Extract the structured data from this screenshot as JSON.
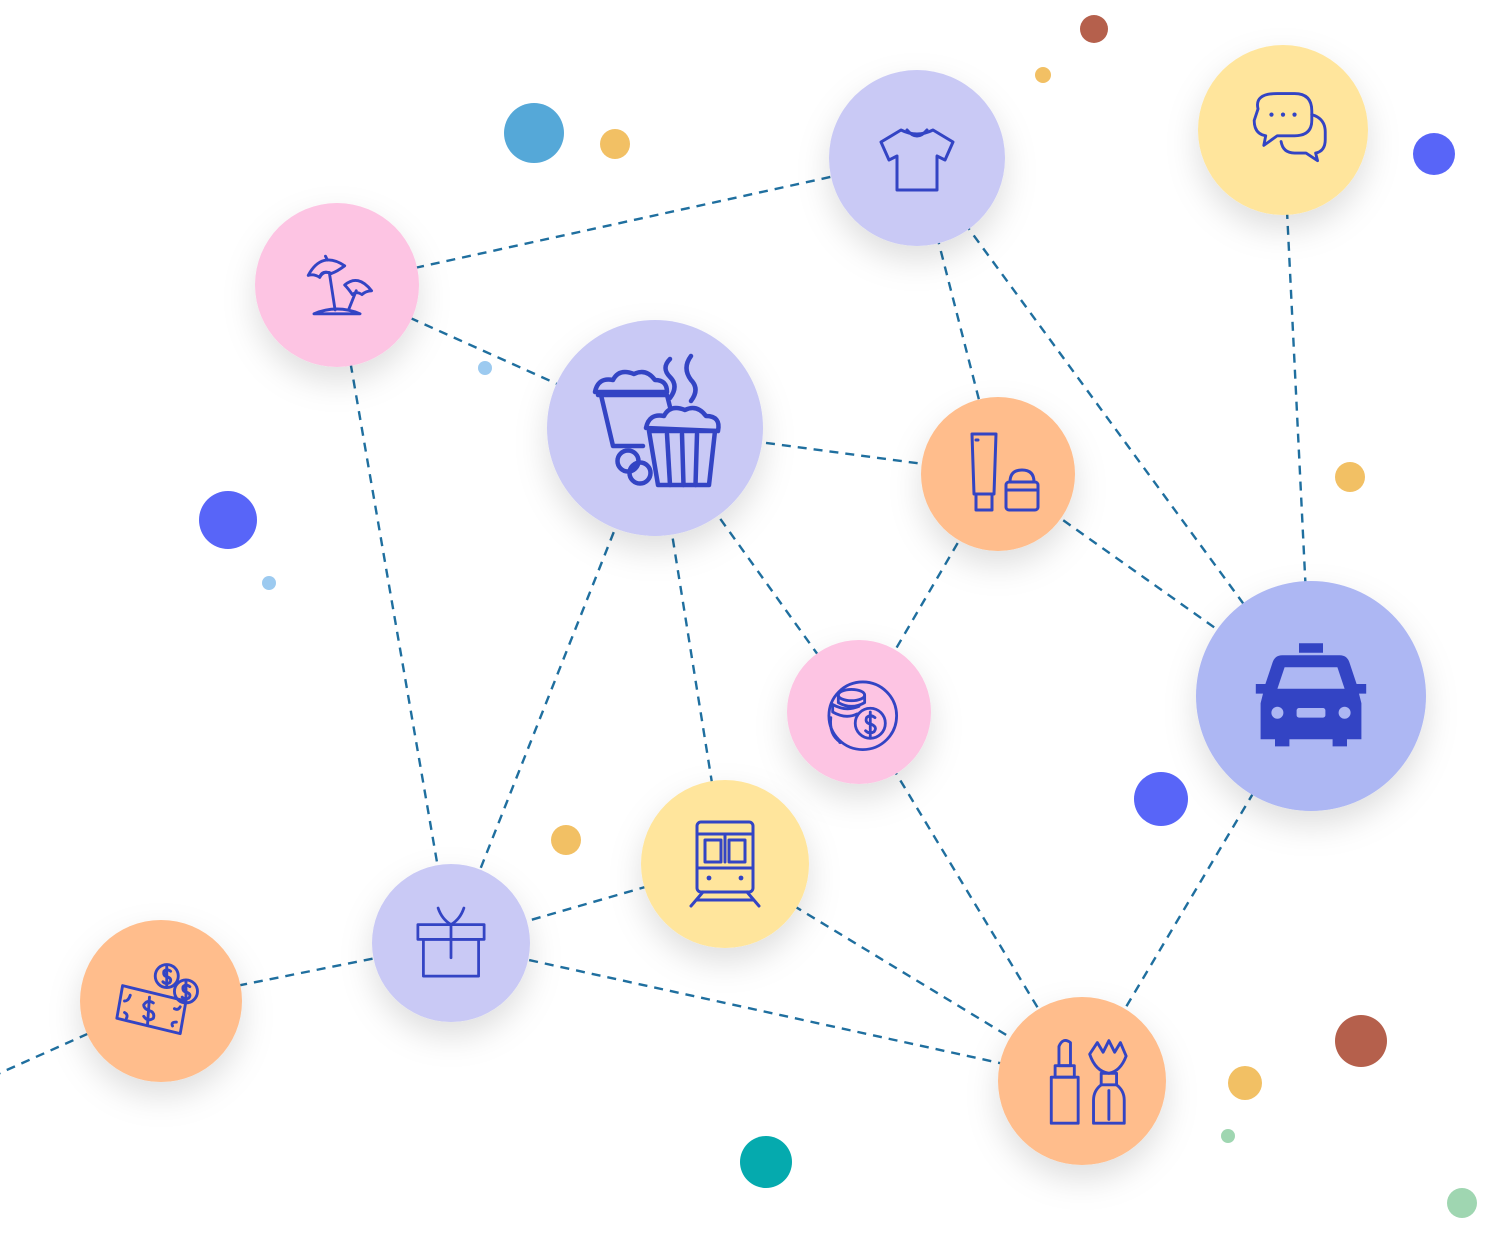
{
  "colors": {
    "link": "#1f6f9f",
    "icon_stroke": "#3344c4",
    "pink": "#fdc4e3",
    "lavender": "#c9c9f5",
    "periwinkle": "#adb7f3",
    "peach": "#ffbd8c",
    "yellow": "#ffe59c",
    "dot_blue": "#55a8d8",
    "dot_orange": "#f2c064",
    "dot_indigo": "#5865f8",
    "dot_brown": "#b5604c",
    "dot_teal": "#05aaae",
    "dot_mint": "#9fd6b1",
    "dot_lightblue": "#9ccaf0"
  },
  "nodes": [
    {
      "id": "beach",
      "icon": "beach-umbrella-icon",
      "color": "pink"
    },
    {
      "id": "clothing",
      "icon": "tshirt-icon",
      "color": "lavender"
    },
    {
      "id": "chat",
      "icon": "chat-bubbles-icon",
      "color": "yellow"
    },
    {
      "id": "food",
      "icon": "popcorn-food-icon",
      "color": "lavender"
    },
    {
      "id": "cosmetics",
      "icon": "cream-tube-jar-icon",
      "color": "peach"
    },
    {
      "id": "coins",
      "icon": "coins-dollar-icon",
      "color": "pink"
    },
    {
      "id": "taxi",
      "icon": "taxi-car-icon",
      "color": "periwinkle"
    },
    {
      "id": "train",
      "icon": "train-icon",
      "color": "yellow"
    },
    {
      "id": "gift",
      "icon": "gift-box-icon",
      "color": "lavender"
    },
    {
      "id": "cash",
      "icon": "cash-money-icon",
      "color": "peach"
    },
    {
      "id": "makeup",
      "icon": "lipstick-brush-icon",
      "color": "peach"
    }
  ],
  "links": [
    [
      "beach",
      "clothing"
    ],
    [
      "beach",
      "food"
    ],
    [
      "beach",
      "gift"
    ],
    [
      "clothing",
      "cosmetics"
    ],
    [
      "clothing",
      "taxi"
    ],
    [
      "chat",
      "taxi"
    ],
    [
      "food",
      "cosmetics"
    ],
    [
      "food",
      "coins"
    ],
    [
      "food",
      "train"
    ],
    [
      "food",
      "gift"
    ],
    [
      "cosmetics",
      "coins"
    ],
    [
      "cosmetics",
      "taxi"
    ],
    [
      "coins",
      "makeup"
    ],
    [
      "taxi",
      "makeup"
    ],
    [
      "train",
      "gift"
    ],
    [
      "train",
      "makeup"
    ],
    [
      "gift",
      "cash"
    ],
    [
      "gift",
      "makeup"
    ],
    [
      "cash",
      "offscreen"
    ]
  ],
  "dots": [
    {
      "color": "dot_brown"
    },
    {
      "color": "dot_orange"
    },
    {
      "color": "dot_blue"
    },
    {
      "color": "dot_orange"
    },
    {
      "color": "dot_indigo"
    },
    {
      "color": "dot_lightblue"
    },
    {
      "color": "dot_indigo"
    },
    {
      "color": "dot_lightblue"
    },
    {
      "color": "dot_orange"
    },
    {
      "color": "dot_orange"
    },
    {
      "color": "dot_indigo"
    },
    {
      "color": "dot_brown"
    },
    {
      "color": "dot_orange"
    },
    {
      "color": "dot_mint"
    },
    {
      "color": "dot_teal"
    },
    {
      "color": "dot_mint"
    }
  ]
}
